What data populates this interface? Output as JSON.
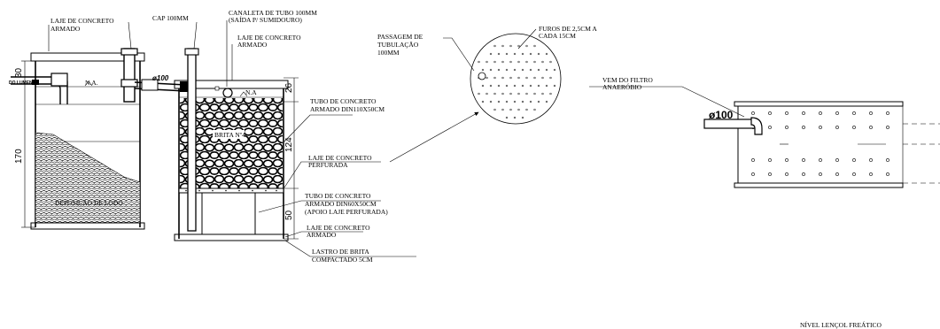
{
  "labels": {
    "laje_concreto_armado_1": [
      "LAJE DE CONCRETO",
      "ARMADO"
    ],
    "cap": "CAP 100MM",
    "canaleta": [
      "CANALETA DE TUBO 100MM",
      "(SAÍDA P/ SUMIDOURO)"
    ],
    "laje_concreto_armado_2": [
      "LAJE DE CONCRETO",
      "ARMADO"
    ],
    "passagem": [
      "PASSAGEM DE",
      "TUBULAÇÃO",
      "100MM"
    ],
    "furos": [
      "FUROS DE 2,5CM A",
      "CADA 15CM"
    ],
    "vem_filtro": [
      "VEM DO FILTRO",
      "ANAERÓBIO"
    ],
    "tubo_concreto_1": [
      "TUBO DE CONCRETO",
      "ARMADO DIN110X50CM"
    ],
    "laje_perfurada": [
      "LAJE DE CONCRETO",
      "PERFURADA"
    ],
    "tubo_concreto_2": [
      "TUBO DE CONCRETO",
      "ARMADO DIN60X50CM",
      "(APOIO LAJE PERFURADA)"
    ],
    "laje_concreto_armado_3": [
      "LAJE DE CONCRETO",
      "ARMADO"
    ],
    "lastro": [
      "LASTRO DE BRITA",
      "COMPACTADO 5CM"
    ],
    "deposicao": "DEPOSIÇÃO DE LODO",
    "brita": "BRITA Nº4",
    "na_1": "N.A.",
    "na_2": "N.A",
    "nivel_lencol": "NÍVEL LENÇOL FREÁTICO",
    "diam_100_a": "ø100",
    "diam_100_b": "ø100",
    "entrada": "DO LUMENTO"
  },
  "dimensions": {
    "d30": "30",
    "d170": "170",
    "d26": "26",
    "d124": "124",
    "d50": "50"
  }
}
